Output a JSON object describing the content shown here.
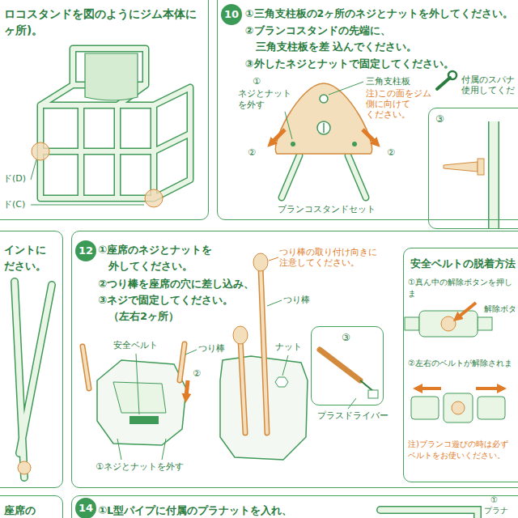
{
  "diagram": {
    "nodes": [
      {
        "text": [
          "ロコスタンドを図のようにジム本体に ヶ所)。"
        ]
      },
      {
        "text": [
          "10",
          "①三角支柱板の2ヶ所のネジとナットを外してください。",
          "②ブランコスタンドの先端に、三角支柱板を差 込んでください。",
          "③外したネジとナットで固定してください。"
        ]
      },
      {
        "text": [
          "③"
        ],
        "in": 1
      },
      {
        "text": [
          "イントに ださい。"
        ]
      },
      {
        "text": [
          "12",
          "①座席のネジとナットを 外してください。",
          "②つり棒を座席の穴に差し込み、",
          "③ネジで固定してください。 （左右2ヶ所）"
        ]
      },
      {
        "text": [
          "③"
        ],
        "in": 4
      },
      {
        "text": [
          "安全ベルトの脱着方法",
          "①真ん中の解除ボタンを押しま",
          "②左右のベルトが解除されま",
          "注)ブランコ遊びの時は必ず ベルトをお使いください。"
        ],
        "in": 4
      },
      {
        "text": [
          "座席の"
        ]
      },
      {
        "text": [
          "14",
          "①L型パイプに付属のプラナットを入れ、"
        ]
      }
    ],
    "labels": [
      "ド(D)",
      "ド(C)",
      "①",
      "ネジとナット を外す",
      "三角支柱板",
      "注)この面をジム 側に向けて ください。",
      "②",
      "②",
      "ブランコスタンドセット",
      "付属のスパナ 使用してくだ",
      "つり棒の取り付け向きに 注意してください。",
      "つり棒",
      "安全ベルト",
      "つり棒",
      "②",
      "ナット",
      "プラスドライバー",
      "①ネジとナットを外す",
      "解除ボタ",
      "①",
      "プラナ"
    ]
  }
}
